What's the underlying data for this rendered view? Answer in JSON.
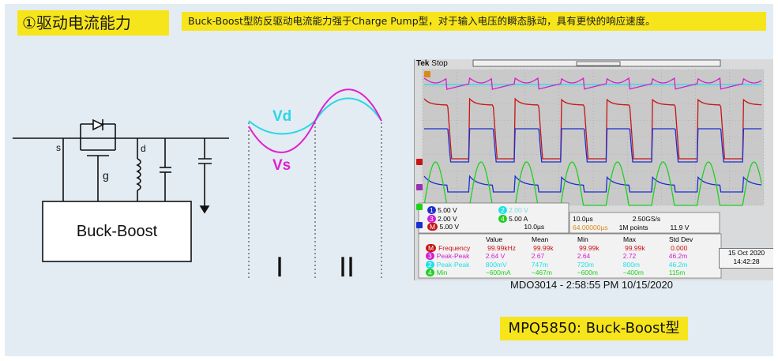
{
  "title": "①驱动电流能力",
  "description": "Buck-Boost型防反驱动电流能力强于Charge Pump型，对于输入电压的瞬态脉动，具有更快的响应速度。",
  "circuit": {
    "node_s": "s",
    "node_d": "d",
    "node_g": "g",
    "block_label": "Buck-Boost"
  },
  "waveform": {
    "vd_label": "Vd",
    "vs_label": "Vs",
    "region_1": "I",
    "region_2": "II",
    "colors": {
      "vd": "#2ad6e6",
      "vs": "#e020d0"
    }
  },
  "scope": {
    "brand": "Tek",
    "state": "Stop",
    "channels": [
      {
        "num": "1",
        "value": "5.00 V",
        "color": "#1b2fd0"
      },
      {
        "num": "2",
        "value": "2.00 V",
        "color": "#1ee0e8"
      },
      {
        "num": "3",
        "value": "2.00 V",
        "color": "#d01ed0"
      },
      {
        "num": "4",
        "value": "5.00 A",
        "color": "#20d020"
      },
      {
        "num": "M",
        "value": "5.00 V",
        "color": "#c81414"
      }
    ],
    "math_time": "10.0µs",
    "timebase": "10.0µs",
    "sample_rate": "2.50GS/s",
    "record": "1M points",
    "trigger_level": "11.9 V",
    "trigger_pos": "64.00000µs",
    "measure_headers": [
      "Value",
      "Mean",
      "Min",
      "Max",
      "Std Dev"
    ],
    "measurements": [
      {
        "src": "M",
        "name": "Frequency",
        "values": [
          "99.99kHz",
          "99.99k",
          "99.99k",
          "99.99k",
          "0.000"
        ],
        "color": "#c81414"
      },
      {
        "src": "3",
        "name": "Peak-Peak",
        "values": [
          "2.64 V",
          "2.67",
          "2.64",
          "2.72",
          "46.2m"
        ],
        "color": "#d01ed0"
      },
      {
        "src": "2",
        "name": "Peak-Peak",
        "values": [
          "800mV",
          "747m",
          "720m",
          "800m",
          "46.2m"
        ],
        "color": "#1ee0e8"
      },
      {
        "src": "4",
        "name": "Min",
        "values": [
          "−600mA",
          "−467m",
          "−600m",
          "−400m",
          "115m"
        ],
        "color": "#20d020"
      }
    ],
    "date": "15 Oct  2020",
    "time": "14:42:28",
    "caption": "MDO3014 - 2:58:55 PM   10/15/2020"
  },
  "product_label": "MPQ5850: Buck-Boost型"
}
